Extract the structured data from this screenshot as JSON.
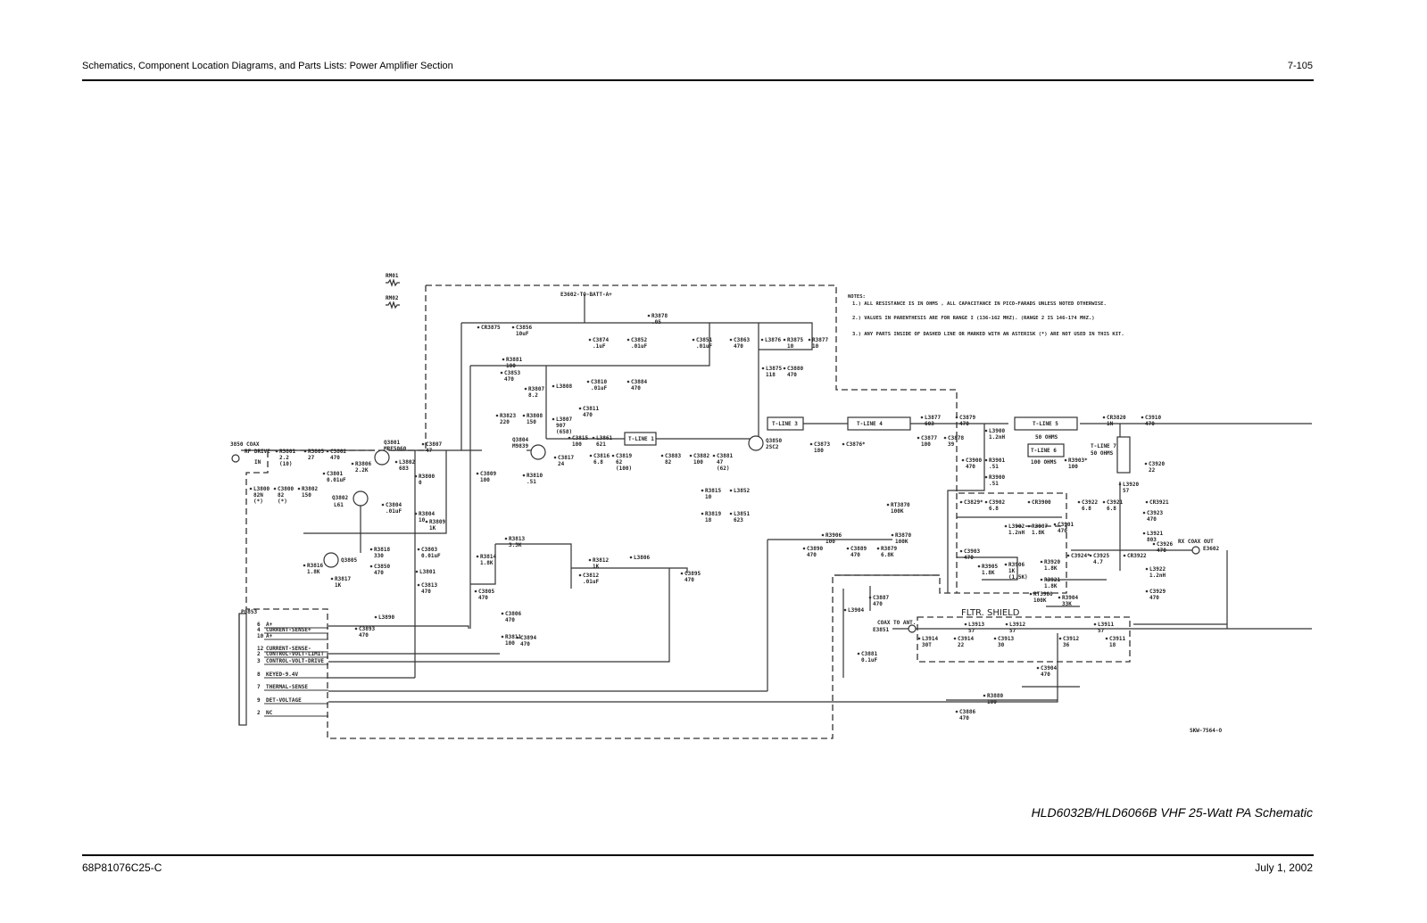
{
  "header": {
    "section_title": "Schematics, Component Location Diagrams, and Parts Lists: Power Amplifier Section",
    "page_number": "7-105"
  },
  "figure": {
    "caption": "HLD6032B/HLD6066B VHF 25-Watt PA Schematic",
    "drawing_number": "SKW-7564-O",
    "notes_title": "NOTES:",
    "notes": [
      "1.) ALL RESISTANCE IS IN OHMS , ALL CAPACITANCE IN PICO-FARADS UNLESS NOTED OTHERWISE.",
      "2.) VALUES IN PARENTHESIS ARE FOR RANGE I (136-162 MHZ). (RANGE 2 IS 146-174 MHZ.)",
      "3.) ANY PARTS INSIDE OF DASHED LINE OR MARKED WITH AN ASTERISK (*) ARE NOT USED IN THIS KIT."
    ],
    "net_labels": {
      "batt": "E3602-TO-BATT-A+",
      "rf_in_label": "RF DRIVE",
      "rf_in_sub": "IN",
      "rf_in_conn": "3850 COAX",
      "rx_out": "RX COAX OUT",
      "rx_out_ref": "E3602",
      "ant": "COAX TO ANT.",
      "ant_ref": "E3851",
      "shield": "FLTR. SHIELD",
      "rm01": "RM01",
      "rm02": "RM02"
    },
    "connector": {
      "ref": "P0853",
      "pins": [
        {
          "num": "6",
          "name": "A+"
        },
        {
          "num": "4",
          "name": "CURRENT-SENSE+"
        },
        {
          "num": "10",
          "name": "A+"
        },
        {
          "num": "12",
          "name": "CURRENT-SENSE-"
        },
        {
          "num": "2",
          "name": "CONTROL-VOLT-LIMIT"
        },
        {
          "num": "3",
          "name": "CONTROL-VOLT-DRIVE"
        },
        {
          "num": "8",
          "name": "KEYED-9.4V"
        },
        {
          "num": "7",
          "name": "THERMAL-SENSE"
        },
        {
          "num": "9",
          "name": "DET-VOLTAGE"
        },
        {
          "num": "2",
          "name": "NC"
        }
      ]
    },
    "transistors": [
      {
        "ref": "Q3801",
        "part": "MRF5060"
      },
      {
        "ref": "Q3802",
        "part": "L61"
      },
      {
        "ref": "Q3804",
        "part": "M9839"
      },
      {
        "ref": "Q3805",
        "part": ""
      },
      {
        "ref": "Q3850",
        "part": "2SC2"
      }
    ],
    "tlines": [
      {
        "ref": "T-LINE 1",
        "note": ""
      },
      {
        "ref": "T-LINE 3",
        "note": ""
      },
      {
        "ref": "T-LINE 4",
        "note": ""
      },
      {
        "ref": "T-LINE 5",
        "note": "50 OHMS"
      },
      {
        "ref": "T-LINE 6",
        "note": "100 OHMS"
      },
      {
        "ref": "T-LINE 7",
        "note": "50 OHMS"
      }
    ],
    "components": {
      "r3801": [
        "R3801",
        "2.2",
        "(10)"
      ],
      "r3805": [
        "R3805",
        "27"
      ],
      "c3802": [
        "C3802",
        "470"
      ],
      "r3806": [
        "R3806",
        "2.2K"
      ],
      "c3801": [
        "C3801",
        "0.01uF"
      ],
      "l3800": [
        "L3800",
        "82N",
        "(*)"
      ],
      "c3800": [
        "C3800",
        "82",
        "(*)"
      ],
      "r3802": [
        "R3802",
        "150"
      ],
      "c3807": [
        "C3807",
        "47"
      ],
      "l3802": [
        "L3802",
        "683"
      ],
      "r3800": [
        "R3800",
        "0"
      ],
      "c3804": [
        "C3804",
        ".01uF"
      ],
      "r3804": [
        "R3804",
        "10"
      ],
      "r3809": [
        "R3809",
        "1K"
      ],
      "r3816": [
        "R3816",
        "1.8K"
      ],
      "r3817": [
        "R3817",
        "1K"
      ],
      "r3818": [
        "R3818",
        "330"
      ],
      "c3850": [
        "C3850",
        "470"
      ],
      "c3803": [
        "C3803",
        "0.01uF"
      ],
      "l3801": [
        "L3801",
        ""
      ],
      "c3813": [
        "C3813",
        "470"
      ],
      "l3890": [
        "L3890",
        ""
      ],
      "c3893": [
        "C3893",
        "470"
      ],
      "cr3875": [
        "CR3875",
        ""
      ],
      "c3856": [
        "C3856",
        "10uF"
      ],
      "c3874": [
        "C3874",
        ".1uF"
      ],
      "c3852": [
        "C3852",
        ".01uF"
      ],
      "r3878": [
        "R3878",
        ".05"
      ],
      "c3851": [
        "C3851",
        ".01uF"
      ],
      "c3863": [
        "C3863",
        "470"
      ],
      "l3876": [
        "L3876",
        ""
      ],
      "r3875": [
        "R3875",
        "10"
      ],
      "r3877": [
        "R3877",
        "10"
      ],
      "l3875": [
        "L3875",
        "118"
      ],
      "c3880": [
        "C3880",
        "470"
      ],
      "r3881": [
        "R3881",
        "100"
      ],
      "c3853": [
        "C3853",
        "470"
      ],
      "r3807": [
        "R3807",
        "8.2"
      ],
      "l3808": [
        "L3808",
        ""
      ],
      "c3810": [
        "C3810",
        ".01uF"
      ],
      "c3884": [
        "C3884",
        "470"
      ],
      "c3811": [
        "C3811",
        "470"
      ],
      "r3823": [
        "R3823",
        "220"
      ],
      "r3808": [
        "R3808",
        "150"
      ],
      "l3807": [
        "L3807",
        "907",
        "(658)"
      ],
      "c3815": [
        "C3815",
        "100"
      ],
      "l3861": [
        "L3861",
        "621"
      ],
      "c3817": [
        "C3817",
        "24"
      ],
      "c3816": [
        "C3816",
        "6.8"
      ],
      "c3819": [
        "C3819",
        "62",
        "(100)"
      ],
      "c3883": [
        "C3883",
        "82"
      ],
      "c3882": [
        "C3882",
        "100"
      ],
      "c3881": [
        "C3881",
        "47",
        "(62)"
      ],
      "r3810": [
        "R3810",
        ".51"
      ],
      "c3809": [
        "C3809",
        "100"
      ],
      "r3815": [
        "R3815",
        "10"
      ],
      "l3852": [
        "L3852",
        ""
      ],
      "r3819": [
        "R3819",
        "18"
      ],
      "l3851": [
        "L3851",
        "623"
      ],
      "r3814": [
        "R3814",
        "1.8K"
      ],
      "r3813": [
        "R3813",
        "3.3K"
      ],
      "c3812": [
        "C3812",
        ".01uF"
      ],
      "r3812": [
        "R3812",
        "1K"
      ],
      "c3805": [
        "C3805",
        "470"
      ],
      "l3806": [
        "L3806",
        ""
      ],
      "c3895": [
        "C3895",
        "470"
      ],
      "c3806": [
        "C3806",
        "470"
      ],
      "r3811": [
        "R3811",
        "100"
      ],
      "c3894": [
        "C3894",
        "470"
      ],
      "c3873": [
        "C3873",
        "180"
      ],
      "c3876": [
        "C3876*",
        ""
      ],
      "l3877": [
        "L3877",
        "603"
      ],
      "c3877": [
        "C3877",
        "100"
      ],
      "c3878": [
        "C3878",
        "39"
      ],
      "c3879": [
        "C3879",
        "470"
      ],
      "l3900": [
        "L3900",
        "1.2nH"
      ],
      "c3900": [
        "C3900",
        "470"
      ],
      "r3901": [
        "R3901",
        ".51"
      ],
      "r3900": [
        "R3900",
        ".51"
      ],
      "cr3820": [
        "CR3820",
        "1N"
      ],
      "c3910": [
        "C3910",
        "470"
      ],
      "r3903": [
        "R3903*",
        "100"
      ],
      "c3920": [
        "C3920",
        "22"
      ],
      "l3920": [
        "L3920",
        "57"
      ],
      "c3922": [
        "C3922",
        "6.8"
      ],
      "c3921": [
        "C3921",
        "6.8"
      ],
      "cr3921": [
        "CR3921",
        ""
      ],
      "c3923": [
        "C3923",
        "470"
      ],
      "l3921": [
        "L3921",
        "803"
      ],
      "c3926": [
        "C3926",
        "470"
      ],
      "c3924": [
        "C3924*",
        ""
      ],
      "c3925": [
        "C3925",
        "4.7"
      ],
      "cr3922": [
        "CR3922",
        ""
      ],
      "l3922": [
        "L3922",
        "1.2nH"
      ],
      "c3929": [
        "C3929",
        "470"
      ],
      "c3829": [
        "C3829*",
        ""
      ],
      "c3902": [
        "C3902",
        "6.8"
      ],
      "cr3900": [
        "CR3900",
        ""
      ],
      "l3902": [
        "L3902",
        "1.2nH"
      ],
      "r3907": [
        "R3907",
        "1.8K"
      ],
      "c3901": [
        "C3901",
        "470"
      ],
      "c3903": [
        "C3903",
        "470"
      ],
      "r3905": [
        "R3905",
        "1.8K"
      ],
      "r3906": [
        "R3906",
        "1K",
        "(1.5K)"
      ],
      "r3920": [
        "R3920",
        "1.8K"
      ],
      "r3921": [
        "R3921",
        "1.8K"
      ],
      "rt3900": [
        "RT3900",
        "100K"
      ],
      "r3904": [
        "R3904",
        "33K"
      ],
      "rt3870": [
        "RT3870",
        "100K"
      ],
      "r3870": [
        "R3870",
        "100K"
      ],
      "r3879": [
        "R3879",
        "6.8K"
      ],
      "c3890": [
        "C3890",
        "470"
      ],
      "r3906b": [
        "R3906",
        "100"
      ],
      "c3889": [
        "C3889",
        "470"
      ],
      "c3887": [
        "C3887",
        "470"
      ],
      "l3904": [
        "L3904",
        ""
      ],
      "c3881b": [
        "C3881",
        "0.1uF"
      ],
      "l3914": [
        "L3914",
        "30T"
      ],
      "c3914": [
        "C3914",
        "22"
      ],
      "l3913": [
        "L3913",
        "57"
      ],
      "c3913": [
        "C3913",
        "30"
      ],
      "l3912": [
        "L3912",
        "57"
      ],
      "c3912": [
        "C3912",
        "36"
      ],
      "l3911": [
        "L3911",
        "57"
      ],
      "c3911": [
        "C3911",
        "18"
      ],
      "c3904": [
        "C3904",
        "470"
      ],
      "r3880": [
        "R3880",
        "100"
      ],
      "c3886": [
        "C3886",
        "470"
      ]
    }
  },
  "footer": {
    "doc_number": "68P81076C25-C",
    "date": "July 1, 2002"
  }
}
